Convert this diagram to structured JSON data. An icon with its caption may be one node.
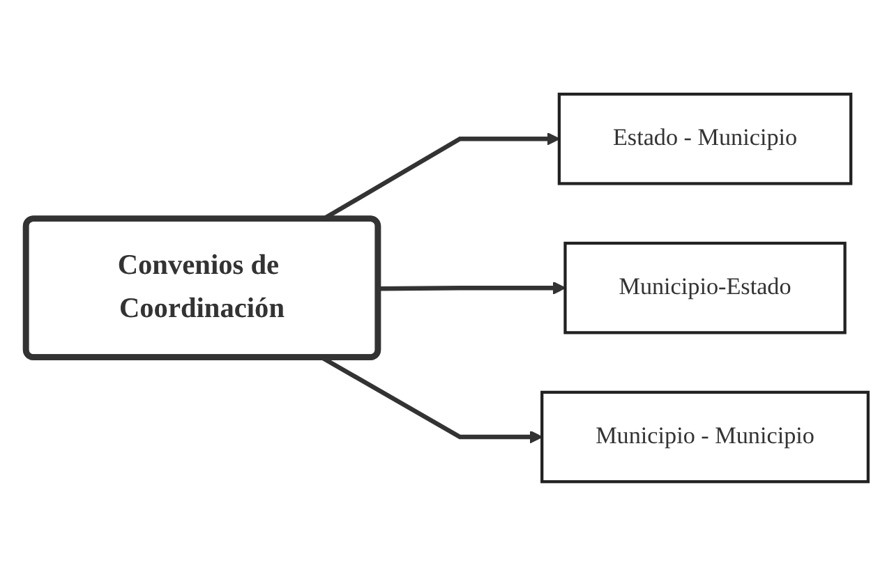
{
  "diagram": {
    "nodes": [
      {
        "text": [
          "Convenios de Coordinación"
        ]
      },
      {
        "text": [
          "Estado - Municipio"
        ]
      },
      {
        "text": [
          "Municipio-Estado"
        ]
      },
      {
        "text": [
          "Municipio - Municipio"
        ]
      }
    ],
    "edges": [
      {
        "from": 0,
        "to": 1,
        "arrow": "to"
      },
      {
        "from": 0,
        "to": 2,
        "arrow": "to"
      },
      {
        "from": 0,
        "to": 3,
        "arrow": "to"
      }
    ]
  }
}
